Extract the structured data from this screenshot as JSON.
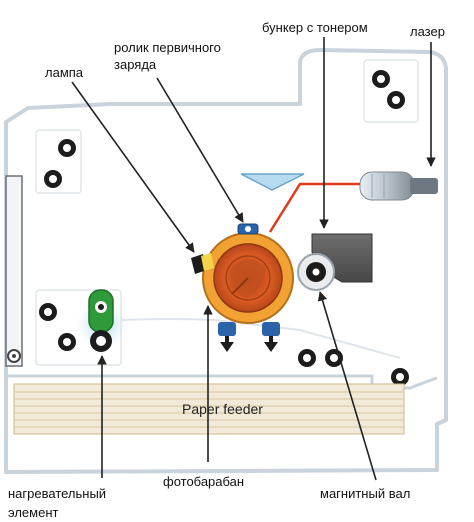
{
  "labels": {
    "toner_hopper": "бункер с тонером",
    "laser": "лазер",
    "charge_roller_line1": "ролик первичного",
    "charge_roller_line2": "заряда",
    "lamp": "лампа",
    "paper_feeder": "Paper feeder",
    "heating_element_line1": "нагревательный",
    "heating_element_line2": "элемент",
    "photodrum": "фотобарабан",
    "magnetic_roller": "магнитный вал"
  },
  "colors": {
    "housing_outline": "#c9d3dc",
    "drum_ring": "#e69a2b",
    "drum_core": "#d0531f",
    "laser_beam": "#e23a1a",
    "heater": "#2e9a3a",
    "toner_hopper": "#5a5a5a",
    "label_text": "#111111"
  }
}
